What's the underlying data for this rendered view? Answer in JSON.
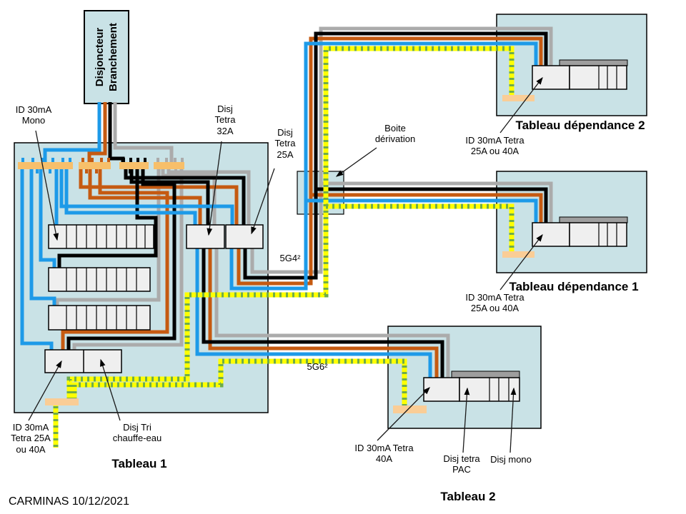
{
  "diagram": {
    "type": "electrical-wiring-one-line-diagram",
    "footer": "CARMINAS 10/12/2021",
    "main_breaker": {
      "label": "Disjoncteur\nBranchement"
    },
    "cables": {
      "g4": "5G4²",
      "g6": "5G6²"
    },
    "tableau1": {
      "title": "Tableau 1",
      "id_mono_label": "ID 30mA\nMono",
      "disj_tetra_32_label": "Disj\nTetra\n32A",
      "disj_tetra_25_label": "Disj\nTetra\n25A",
      "id_tetra_label": "ID 30mA\nTetra 25A\nou 40A",
      "disj_tri_label": "Disj Tri\nchauffe-eau"
    },
    "boite_derivation": {
      "label": "Boite\ndérivation"
    },
    "tableau_dependance_2": {
      "title": "Tableau dépendance 2",
      "id_label": "ID 30mA Tetra\n25A ou 40A"
    },
    "tableau_dependance_1": {
      "title": "Tableau dépendance 1",
      "id_label": "ID 30mA Tetra\n25A ou 40A"
    },
    "tableau2": {
      "title": "Tableau 2",
      "id_label": "ID 30mA Tetra\n40A",
      "disj_tetra_pac_label": "Disj tetra\nPAC",
      "disj_mono_label": "Disj mono"
    },
    "palette": {
      "wire_neutral_blue": "#1D9AE8",
      "wire_phase_orange": "#C55A11",
      "wire_phase_black": "#000000",
      "wire_phase_gray": "#ABABAB",
      "wire_earth_yellow": "#FFFF00",
      "wire_earth_green": "#6FAD47",
      "enclosure_fill": "#C9E2E6",
      "module_fill": "#EFEFEF",
      "busbar_fill": "#F7BF6A",
      "earth_bar_fill": "#FACD96",
      "din_rail_gray": "#9E9E9E"
    }
  }
}
